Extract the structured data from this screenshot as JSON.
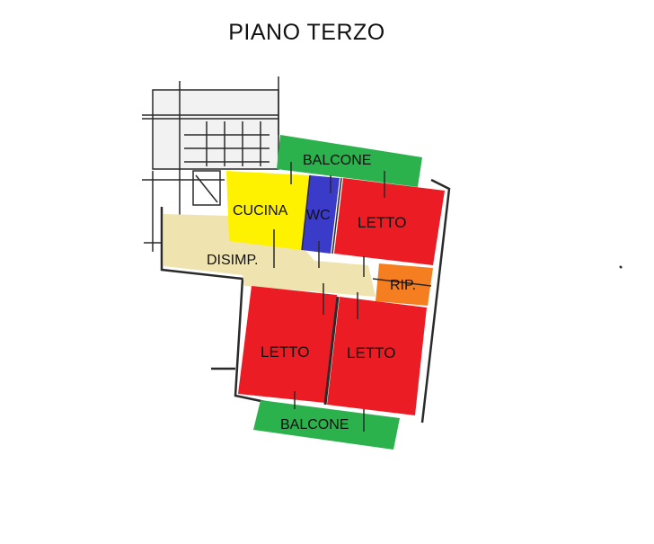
{
  "title": "PIANO TERZO",
  "colors": {
    "balcone": "#2bb24c",
    "cucina": "#fff200",
    "wc": "#3b3bc9",
    "letto": "#ec1c24",
    "disimpegno": "#efe4b0",
    "ripostiglio": "#f57f20",
    "walls": "#2a2a2a",
    "stair": "#e2e2e2"
  },
  "rooms": {
    "balcone_top": "BALCONE",
    "cucina": "CUCINA",
    "wc": "WC",
    "letto_top": "LETTO",
    "disimpegno": "DISIMP.",
    "ripostiglio": "RIP.",
    "letto_bottom_left": "LETTO",
    "letto_bottom_right": "LETTO",
    "balcone_bottom": "BALCONE"
  }
}
